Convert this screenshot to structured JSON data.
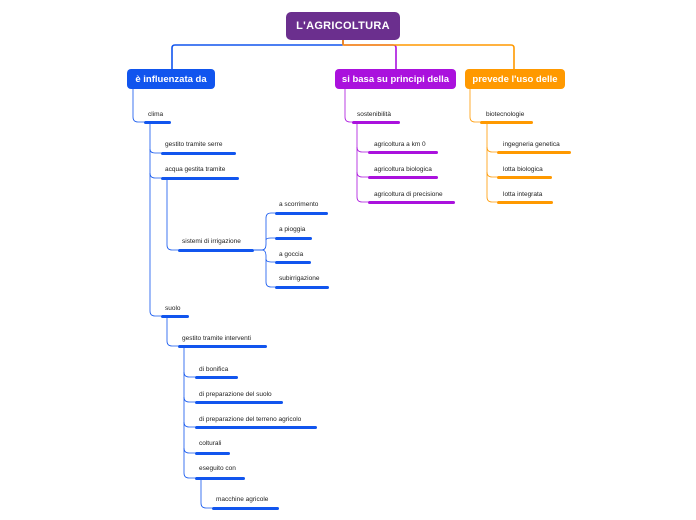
{
  "root": {
    "label": "L'AGRICOLTURA",
    "color": "#6b2f8e"
  },
  "branches": {
    "influenced": {
      "label": "è influenzata da",
      "color": "#1155ee",
      "clima": {
        "label": "clima",
        "serre": "gestito tramite serre",
        "acqua": {
          "label": "acqua gestita tramite",
          "sistemi": {
            "label": "sistemi di irrigazione",
            "scorrimento": "a scorrimento",
            "pioggia": "a pioggia",
            "goccia": "a goccia",
            "subirrigazione": "subirrigazione"
          }
        }
      },
      "suolo": {
        "label": "suolo",
        "interventi": {
          "label": "gestito tramite interventi",
          "bonifica": "di bonifica",
          "prep_suolo": "di preparazione del suolo",
          "prep_terreno": "di preparazione del terreno agricolo",
          "colturali": "colturali",
          "eseguito": {
            "label": "eseguito con",
            "macchine": "macchine agricole"
          }
        }
      }
    },
    "principles": {
      "label": "si basa su principi della",
      "color": "#aa11dd",
      "sostenibilita": {
        "label": "sostenibilità",
        "km0": "agricoltura a km 0",
        "biologica": "agricoltura biologica",
        "precisione": "agricoltura di precisione"
      }
    },
    "usage": {
      "label": "prevede l'uso delle",
      "color": "#ff9900",
      "biotecnologie": {
        "label": "biotecnologie",
        "ingegneria": "ingegneria genetica",
        "lotta_bio": "lotta biologica",
        "lotta_int": "lotta integrata"
      }
    }
  }
}
